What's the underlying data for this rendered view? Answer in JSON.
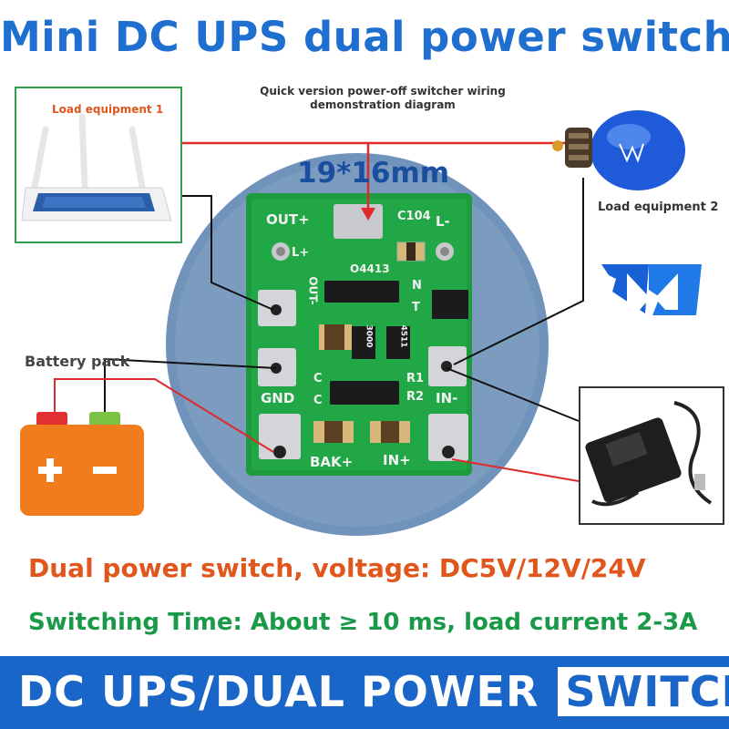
{
  "title": "Mini DC UPS dual power switch",
  "subtitle": "Quick version power-off switcher wiring demonstration diagram",
  "load_equipment_1": "Load equipment 1",
  "load_equipment_2": "Load equipment 2",
  "battery_pack": "Battery pack",
  "dimensions": "19*16mm",
  "voltage_line": "Dual power switch, voltage: DC5V/12V/24V",
  "switching_line": "Switching Time: About ≥ 10 ms, load current 2-3A",
  "banner": {
    "part1": "DC UPS/DUAL POWER ",
    "part2": "SWITCH"
  },
  "pcb": {
    "out_plus": "OUT+",
    "c104": "C104",
    "l_minus": "L-",
    "l_plus": "L+",
    "out_minus": "OUT-",
    "gnd": "GND",
    "in_minus": "IN-",
    "bak_plus": "BAK+",
    "in_plus": "IN+",
    "ic": "O4413",
    "r1": "R1",
    "r2": "R2",
    "n": "N",
    "t": "T",
    "c": "C",
    "res1": "3000",
    "res2": "4511"
  },
  "colors": {
    "title": "#1f6fd0",
    "orange": "#e0561c",
    "green": "#1a9a49",
    "banner": "#1965c8",
    "wire_red": "#e02a2a",
    "pcb": "#1e9b3e"
  }
}
